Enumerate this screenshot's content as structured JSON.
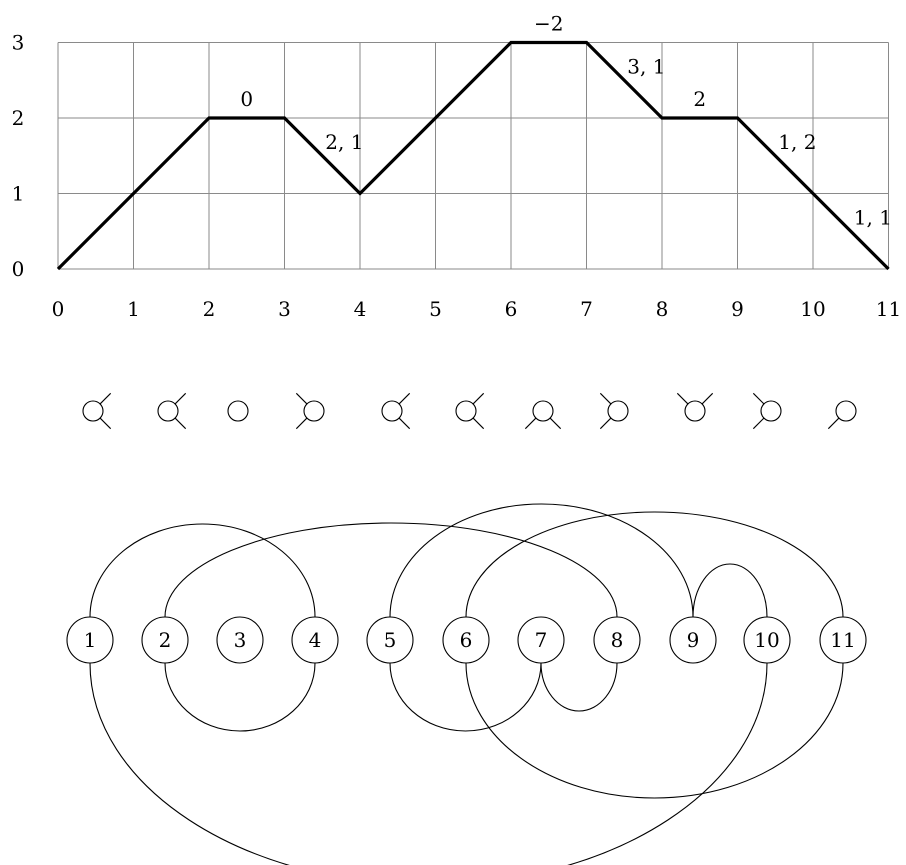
{
  "chart_data": {
    "type": "line",
    "x": [
      0,
      1,
      2,
      3,
      4,
      5,
      6,
      7,
      8,
      9,
      10,
      11
    ],
    "y": [
      0,
      1,
      2,
      2,
      1,
      2,
      3,
      3,
      2,
      2,
      1,
      0
    ],
    "xlim": [
      0,
      11
    ],
    "ylim": [
      0,
      3
    ],
    "grid": true,
    "x_ticks": [
      "0",
      "1",
      "2",
      "3",
      "4",
      "5",
      "6",
      "7",
      "8",
      "9",
      "10",
      "11"
    ],
    "y_ticks": [
      "0",
      "1",
      "2",
      "3"
    ],
    "step_labels": [
      {
        "x": 2.5,
        "y": 2,
        "text": "0"
      },
      {
        "x": 3.5,
        "y": 1.5,
        "text": "2, 1"
      },
      {
        "x": 6.5,
        "y": 3,
        "text": "−2"
      },
      {
        "x": 7.5,
        "y": 2.5,
        "text": "3, 1"
      },
      {
        "x": 8.5,
        "y": 2,
        "text": "2"
      },
      {
        "x": 9.5,
        "y": 1.5,
        "text": "1, 2"
      },
      {
        "x": 10.5,
        "y": 0.5,
        "text": "1, 1"
      }
    ]
  },
  "local_glyphs": [
    {
      "step": 1,
      "shape": "right-fork"
    },
    {
      "step": 2,
      "shape": "right-fork"
    },
    {
      "step": 3,
      "shape": "bare"
    },
    {
      "step": 4,
      "shape": "left-fork"
    },
    {
      "step": 5,
      "shape": "right-fork"
    },
    {
      "step": 6,
      "shape": "right-fork"
    },
    {
      "step": 7,
      "shape": "bottom-fork"
    },
    {
      "step": 8,
      "shape": "left-fork"
    },
    {
      "step": 9,
      "shape": "top-fork"
    },
    {
      "step": 10,
      "shape": "left-fork"
    },
    {
      "step": 11,
      "shape": "left-down"
    }
  ],
  "graph": {
    "nodes": [
      "1",
      "2",
      "3",
      "4",
      "5",
      "6",
      "7",
      "8",
      "9",
      "10",
      "11"
    ],
    "arcs_above": [
      [
        1,
        4
      ],
      [
        2,
        8
      ],
      [
        5,
        9
      ],
      [
        6,
        11
      ],
      [
        9,
        10
      ]
    ],
    "arcs_below": [
      [
        2,
        4
      ],
      [
        5,
        7
      ],
      [
        7,
        8
      ],
      [
        1,
        10
      ],
      [
        6,
        11
      ]
    ]
  }
}
